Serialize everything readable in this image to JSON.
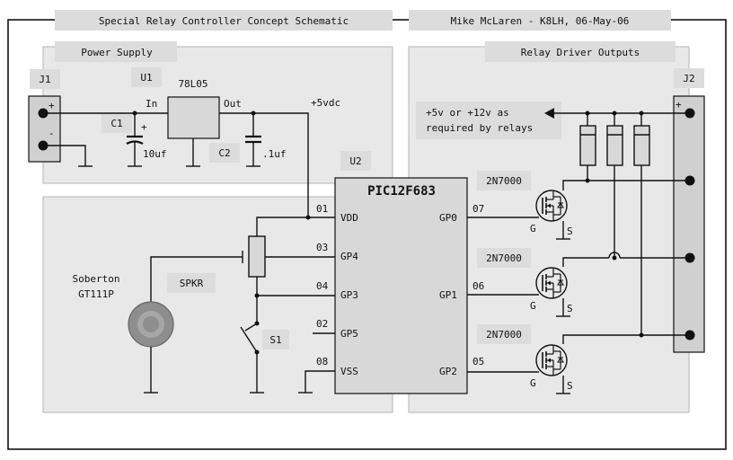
{
  "header": {
    "title": "Special Relay Controller Concept Schematic",
    "author": "Mike McLaren - K8LH, 06-May-06"
  },
  "sections": {
    "power_supply": "Power Supply",
    "relay_outputs": "Relay Driver Outputs"
  },
  "components": {
    "j1": "J1",
    "j2": "J2",
    "u1": "U1",
    "u1_part": "78L05",
    "u1_in": "In",
    "u1_out": "Out",
    "c1": "C1",
    "c1_value": "10uf",
    "c2": "C2",
    "c2_value": ".1uf",
    "plus": "+",
    "minus": "-",
    "supply": "+5vdc",
    "u2": "U2",
    "mcu": "PIC12F683",
    "relay_supply_line1": "+5v or +12v as",
    "relay_supply_line2": "required by relays",
    "speaker_maker": "Soberton",
    "speaker_model": "GT111P",
    "spkr": "SPKR",
    "s1": "S1"
  },
  "pins": {
    "p1_num": "01",
    "p1_name": "VDD",
    "p3_num": "03",
    "p3_name": "GP4",
    "p4_num": "04",
    "p4_name": "GP3",
    "p2_num": "02",
    "p2_name": "GP5",
    "p8_num": "08",
    "p8_name": "VSS",
    "p7_num": "07",
    "p7_name": "GP0",
    "p6_num": "06",
    "p6_name": "GP1",
    "p5_num": "05",
    "p5_name": "GP2"
  },
  "fets": {
    "part": "2N7000",
    "gate": "G",
    "source": "S"
  }
}
